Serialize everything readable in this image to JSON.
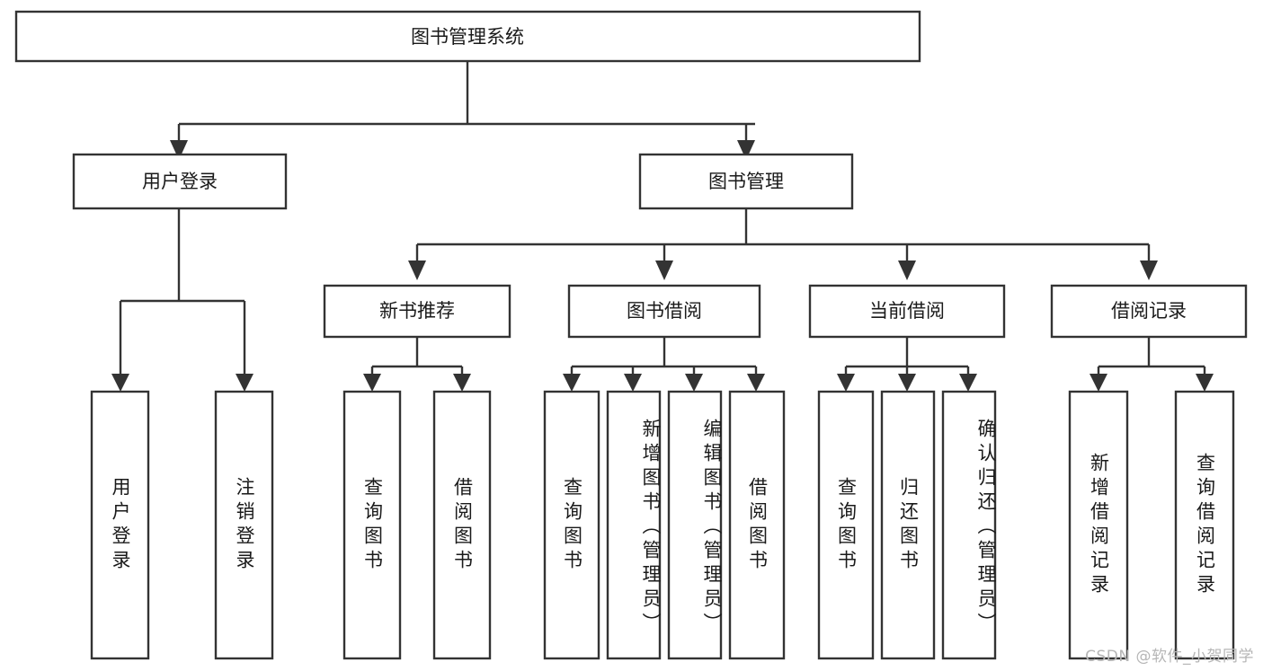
{
  "diagram": {
    "type": "hierarchy-tree",
    "title": "图书管理系统",
    "watermark": "CSDN @软件_小贺同学",
    "colors": {
      "box_stroke": "#333333",
      "box_fill": "#ffffff",
      "text": "#1a1a1a",
      "background": "#ffffff",
      "watermark": "#b6b6b6"
    },
    "levels": {
      "root": {
        "label": "图书管理系统",
        "orientation": "horizontal"
      },
      "level2": [
        {
          "label": "用户登录",
          "orientation": "horizontal"
        },
        {
          "label": "图书管理",
          "orientation": "horizontal"
        }
      ],
      "level3": [
        {
          "label": "新书推荐",
          "orientation": "horizontal",
          "parent": "图书管理"
        },
        {
          "label": "图书借阅",
          "orientation": "horizontal",
          "parent": "图书管理"
        },
        {
          "label": "当前借阅",
          "orientation": "horizontal",
          "parent": "图书管理"
        },
        {
          "label": "借阅记录",
          "orientation": "horizontal",
          "parent": "图书管理"
        }
      ],
      "leaves": [
        {
          "label": "用户登录",
          "orientation": "vertical",
          "parent": "用户登录"
        },
        {
          "label": "注销登录",
          "orientation": "vertical",
          "parent": "用户登录"
        },
        {
          "label": "查询图书",
          "orientation": "vertical",
          "parent": "新书推荐"
        },
        {
          "label": "借阅图书",
          "orientation": "vertical",
          "parent": "新书推荐"
        },
        {
          "label": "查询图书",
          "orientation": "vertical",
          "parent": "图书借阅"
        },
        {
          "label": "新增图书（管理员）",
          "orientation": "vertical",
          "parent": "图书借阅"
        },
        {
          "label": "编辑图书（管理员）",
          "orientation": "vertical",
          "parent": "图书借阅"
        },
        {
          "label": "借阅图书",
          "orientation": "vertical",
          "parent": "图书借阅"
        },
        {
          "label": "查询图书",
          "orientation": "vertical",
          "parent": "当前借阅"
        },
        {
          "label": "归还图书",
          "orientation": "vertical",
          "parent": "当前借阅"
        },
        {
          "label": "确认归还（管理员）",
          "orientation": "vertical",
          "parent": "当前借阅"
        },
        {
          "label": "新增借阅记录",
          "orientation": "vertical",
          "parent": "借阅记录"
        },
        {
          "label": "查询借阅记录",
          "orientation": "vertical",
          "parent": "借阅记录"
        }
      ]
    },
    "nodes": {
      "root": {
        "label": "图书管理系统"
      },
      "user_login": {
        "label": "用户登录"
      },
      "book_manage": {
        "label": "图书管理"
      },
      "new_book_rec": {
        "label": "新书推荐"
      },
      "book_borrow": {
        "label": "图书借阅"
      },
      "current_borrow": {
        "label": "当前借阅"
      },
      "borrow_record": {
        "label": "借阅记录"
      },
      "leaf_user_login": {
        "label": "用户登录"
      },
      "leaf_logout": {
        "label": "注销登录"
      },
      "leaf_query_book_a": {
        "label": "查询图书"
      },
      "leaf_borrow_book_a": {
        "label": "借阅图书"
      },
      "leaf_query_book_b": {
        "label": "查询图书"
      },
      "leaf_add_book": {
        "label": "新增图书（管理员）"
      },
      "leaf_edit_book": {
        "label": "编辑图书（管理员）"
      },
      "leaf_borrow_book_b": {
        "label": "借阅图书"
      },
      "leaf_query_book_c": {
        "label": "查询图书"
      },
      "leaf_return_book": {
        "label": "归还图书"
      },
      "leaf_confirm_return": {
        "label": "确认归还（管理员）"
      },
      "leaf_add_record": {
        "label": "新增借阅记录"
      },
      "leaf_query_record": {
        "label": "查询借阅记录"
      }
    }
  }
}
